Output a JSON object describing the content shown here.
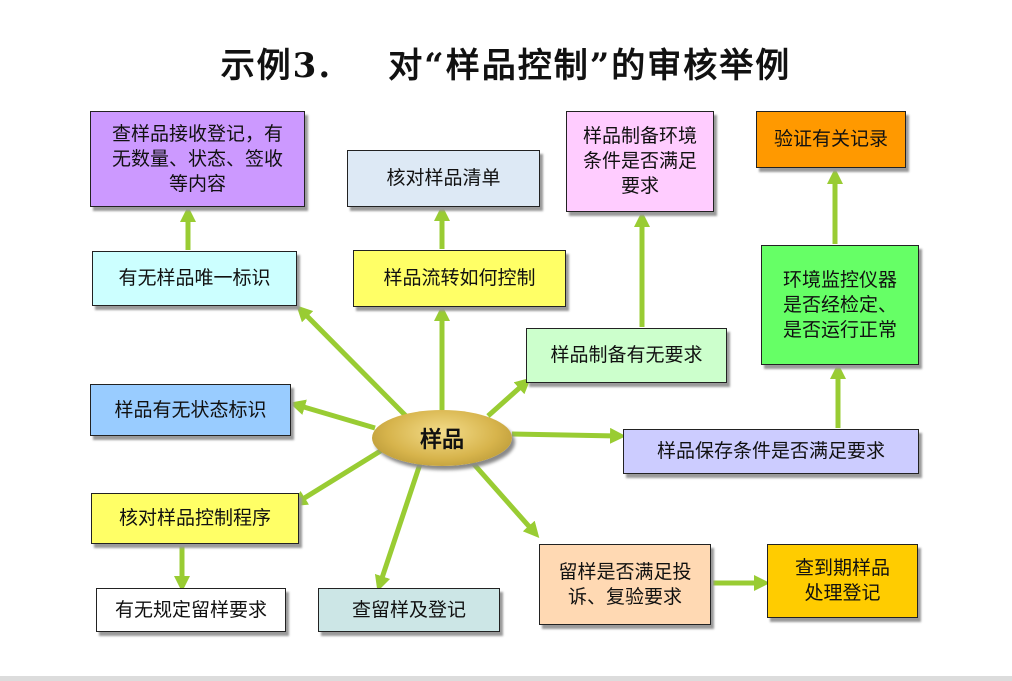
{
  "title": {
    "prefix": "示例3.",
    "main": "对“样品控制”的审核举例"
  },
  "hub": "样品",
  "boxes": {
    "check_receipt": "查样品接收登记，有无数量、状态、签收等内容",
    "unique_id": "有无样品唯一标识",
    "check_list": "核对样品清单",
    "flow_control": "样品流转如何控制",
    "prep_env": "样品制备环境条件是否满足要求",
    "prep_req": "样品制备有无要求",
    "verify_records": "验证有关记录",
    "env_monitor": "环境监控仪器是否经检定、是否运行正常",
    "status_label": "样品有无状态标识",
    "storage": "样品保存条件是否满足要求",
    "control_proc": "核对样品控制程序",
    "retain_req": "有无规定留样要求",
    "retain_reg": "查留样及登记",
    "retain_meet": "留样是否满足投诉、复验要求",
    "expired": "查到期样品处理登记"
  },
  "colors": {
    "arrow": "#99cc33",
    "purple": "#cc99ff",
    "light_cyan": "#ccffff",
    "light_blue": "#dde9f5",
    "yellow": "#ffff66",
    "pink": "#ffccff",
    "mint": "#ccffcc",
    "orange": "#ff9900",
    "green": "#66ff66",
    "blue": "#99ccff",
    "lavender": "#ccccff",
    "gold": "#ffcc00",
    "white": "#ffffff",
    "teal": "#cce6e6",
    "peach": "#ffd9b3"
  }
}
